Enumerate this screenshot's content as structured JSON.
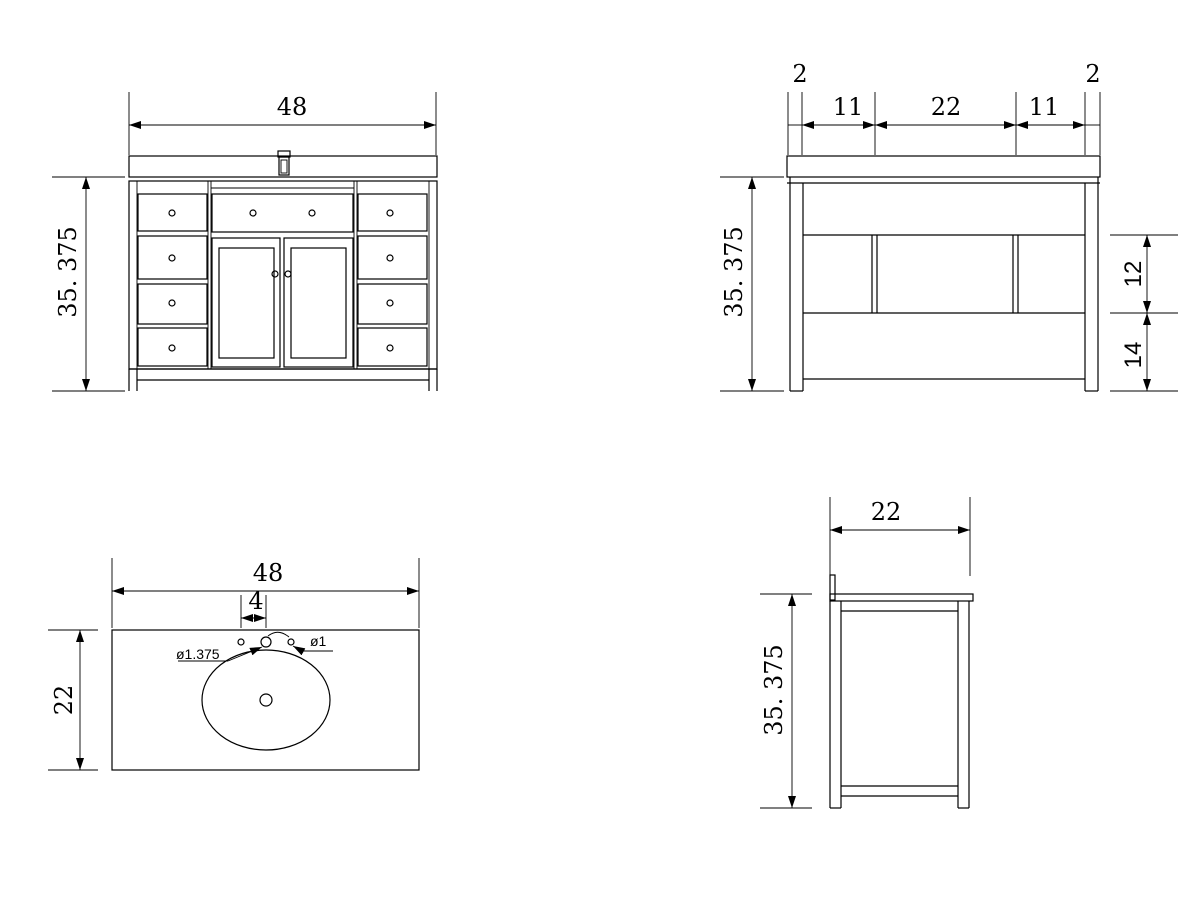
{
  "front_view": {
    "width_label": "48",
    "height_label": "35. 375"
  },
  "back_view": {
    "left_offset_label": "2",
    "right_offset_label": "2",
    "left_bay_label": "11",
    "center_bay_label": "22",
    "right_bay_label": "11",
    "height_label": "35. 375",
    "upper_rail_label": "12",
    "lower_rail_label": "14"
  },
  "top_view": {
    "width_label": "48",
    "hole_spacing_label": "4",
    "depth_label": "22",
    "large_hole_label": "ø1.375",
    "small_hole_label": "ø1"
  },
  "side_view": {
    "depth_label": "22",
    "height_label": "35. 375"
  }
}
